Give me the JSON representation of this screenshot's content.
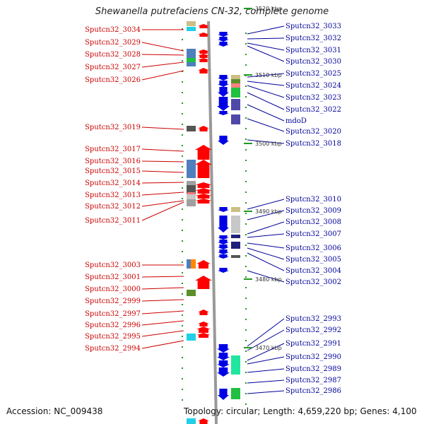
{
  "title": "Shewanella putrefaciens CN-32, complete genome",
  "footer": {
    "accession": "Accession: NC_009438",
    "topology": "Topology: circular; Length: 4,659,220 bp; Genes: 4,100"
  },
  "colors": {
    "forward": "#ff0000",
    "reverse": "#0000e6",
    "label_left": "#cc0000",
    "label_right": "#000099",
    "backbone": "#999999",
    "tick": "#229922"
  },
  "kbp_marks": [
    "3520 kbp",
    "3510 kbp",
    "3500 kbp",
    "3490 kbp",
    "3480 kbp",
    "3470 kbp"
  ],
  "left_labels": [
    "Sputcn32_3034",
    "Sputcn32_3029",
    "Sputcn32_3028",
    "Sputcn32_3027",
    "Sputcn32_3026",
    "Sputcn32_3019",
    "Sputcn32_3017",
    "Sputcn32_3016",
    "Sputcn32_3015",
    "Sputcn32_3014",
    "Sputcn32_3013",
    "Sputcn32_3012",
    "Sputcn32_3011",
    "Sputcn32_3003",
    "Sputcn32_3001",
    "Sputcn32_3000",
    "Sputcn32_2999",
    "Sputcn32_2997",
    "Sputcn32_2996",
    "Sputcn32_2995",
    "Sputcn32_2994"
  ],
  "right_labels": [
    "Sputcn32_3033",
    "Sputcn32_3032",
    "Sputcn32_3031",
    "Sputcn32_3030",
    "Sputcn32_3025",
    "Sputcn32_3024",
    "Sputcn32_3023",
    "Sputcn32_3022",
    "mdoD",
    "Sputcn32_3020",
    "Sputcn32_3018",
    "Sputcn32_3010",
    "Sputcn32_3009",
    "Sputcn32_3008",
    "Sputcn32_3007",
    "Sputcn32_3006",
    "Sputcn32_3005",
    "Sputcn32_3004",
    "Sputcn32_3002",
    "Sputcn32_2993",
    "Sputcn32_2992",
    "Sputcn32_2991",
    "Sputcn32_2990",
    "Sputcn32_2989",
    "Sputcn32_2987",
    "Sputcn32_2986"
  ]
}
